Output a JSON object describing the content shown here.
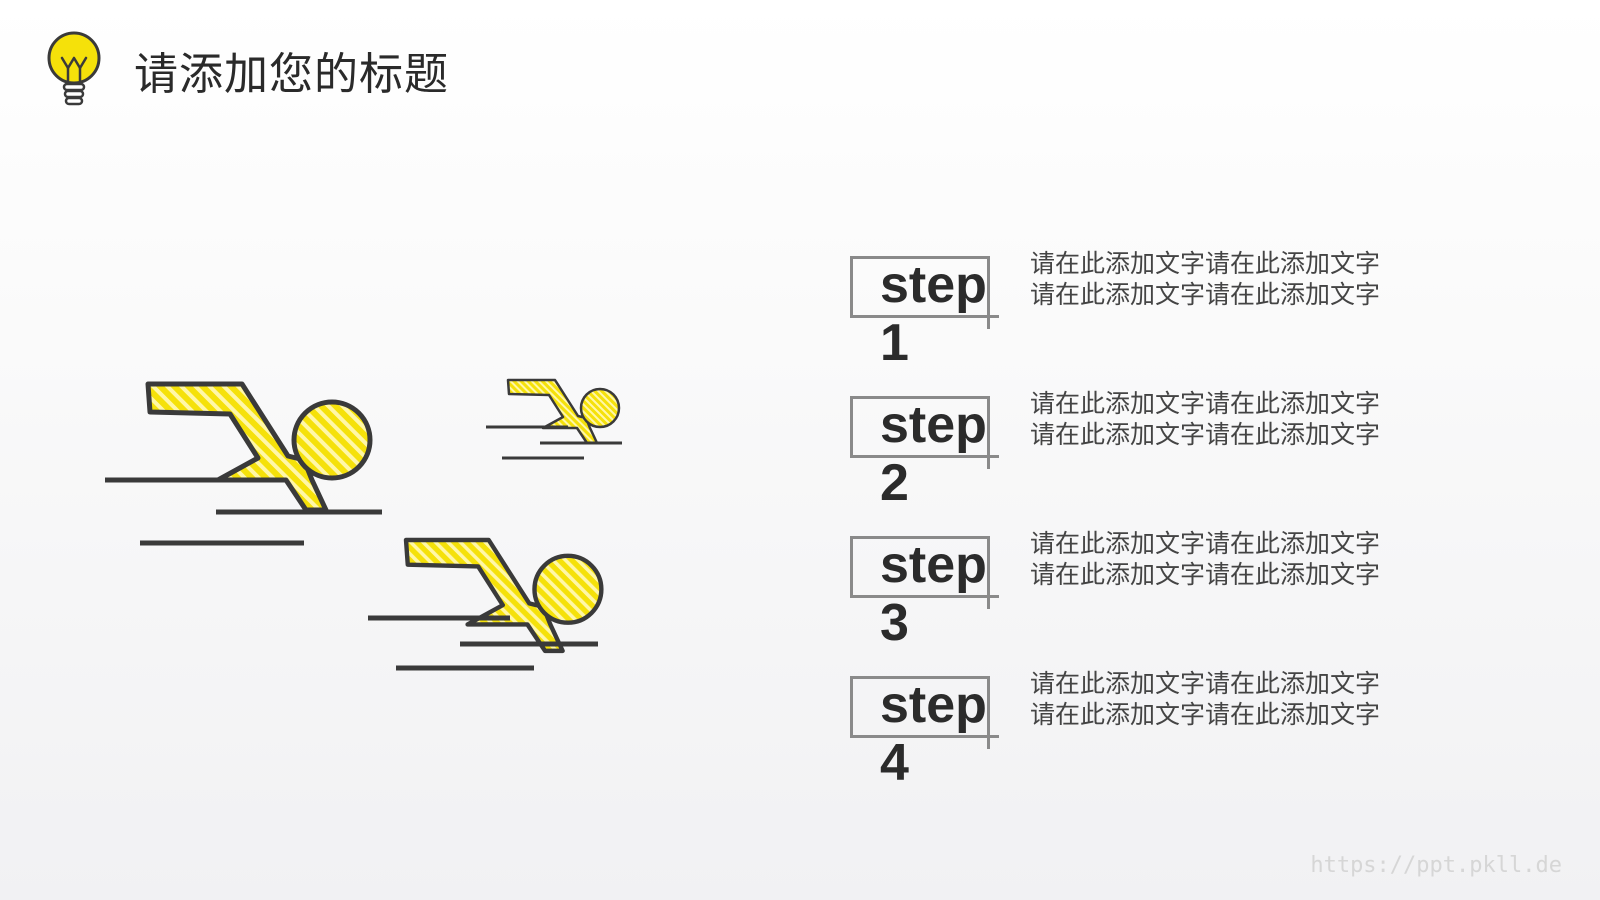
{
  "header": {
    "title": "请添加您的标题",
    "icon": "lightbulb-icon"
  },
  "colors": {
    "accent": "#f5e10a",
    "outline": "#3a3a3a",
    "box_border": "#8a8a8a"
  },
  "illustration": {
    "icon": "swimmer-icon",
    "count": 3
  },
  "steps": [
    {
      "word": "step",
      "number": "1",
      "line1": "请在此添加文字请在此添加文字",
      "line2": "请在此添加文字请在此添加文字"
    },
    {
      "word": "step",
      "number": "2",
      "line1": "请在此添加文字请在此添加文字",
      "line2": "请在此添加文字请在此添加文字"
    },
    {
      "word": "step",
      "number": "3",
      "line1": "请在此添加文字请在此添加文字",
      "line2": "请在此添加文字请在此添加文字"
    },
    {
      "word": "step",
      "number": "4",
      "line1": "请在此添加文字请在此添加文字",
      "line2": "请在此添加文字请在此添加文字"
    }
  ],
  "watermark": "https://ppt.pkll.de"
}
